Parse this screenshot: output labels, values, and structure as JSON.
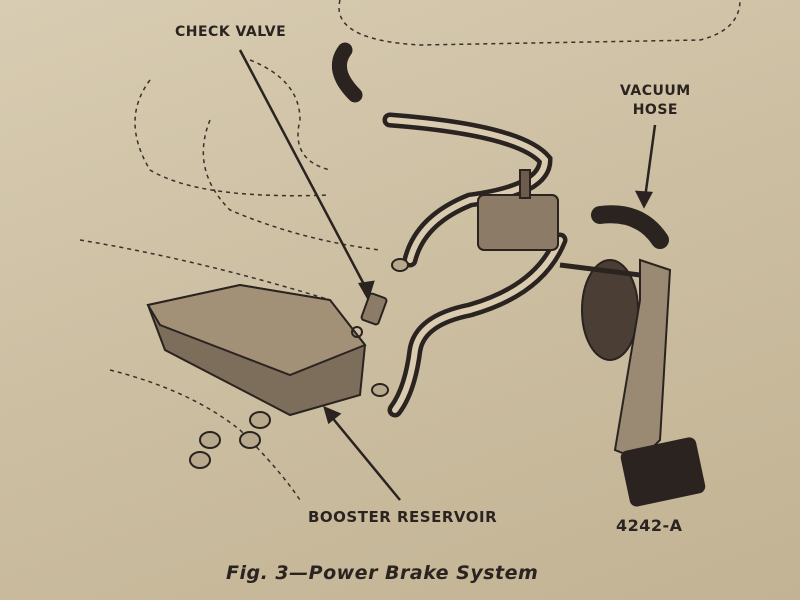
{
  "diagram": {
    "labels": {
      "check_valve": "CHECK VALVE",
      "vacuum_hose_line1": "VACUUM",
      "vacuum_hose_line2": "HOSE",
      "booster_reservoir": "BOOSTER RESERVOIR"
    },
    "figure_number": "4242-A",
    "caption": "Fig. 3—Power Brake System"
  }
}
